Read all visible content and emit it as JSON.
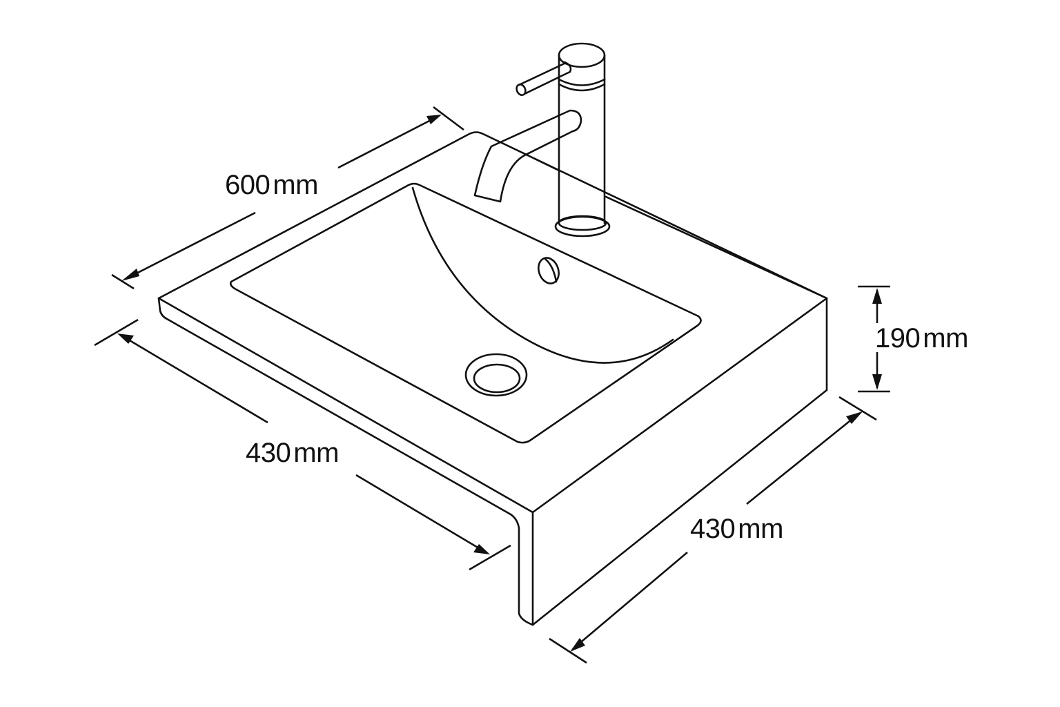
{
  "diagram": {
    "subject": "wall-mounted basin with single-lever tap",
    "colors": {
      "line": "#111111",
      "background": "#ffffff"
    },
    "dimensions": {
      "length": {
        "value": "600",
        "unit": "mm"
      },
      "front_width": {
        "value": "430",
        "unit": "mm"
      },
      "side_depth": {
        "value": "430",
        "unit": "mm"
      },
      "height": {
        "value": "190",
        "unit": "mm"
      }
    }
  }
}
